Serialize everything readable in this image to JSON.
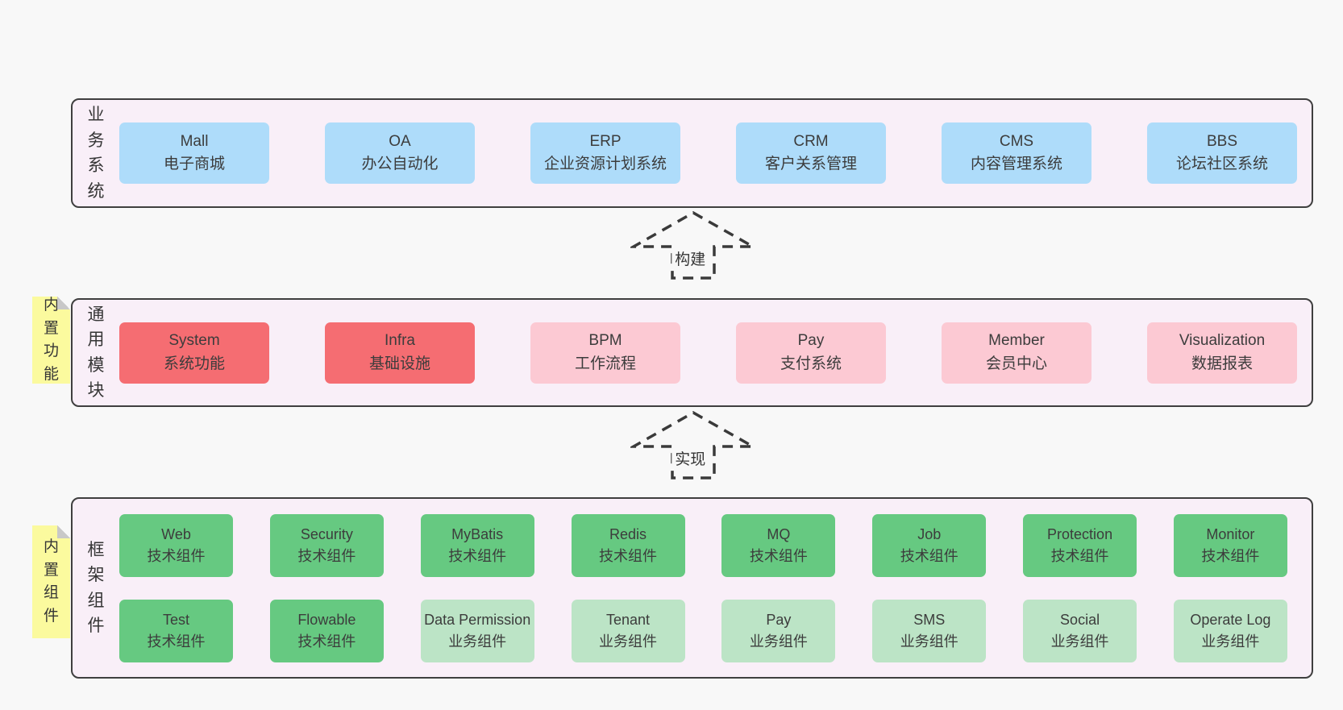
{
  "colors": {
    "page_bg": "#f8f8f8",
    "band_bg": "#f9eff8",
    "band_border": "#3f3f3f",
    "blue": "#aedcfa",
    "red": "#f56d72",
    "pink": "#fcc9d3",
    "green": "#66c981",
    "green_light": "#bce4c6",
    "yellow": "#fbfa9e",
    "fold": "#c8c8c8",
    "text": "#3c3c3c",
    "arrow": "#3a3a3a"
  },
  "arrows": {
    "build": "构建",
    "implement": "实现"
  },
  "bands": {
    "business": {
      "label": "业务系统",
      "boxes": [
        {
          "en": "Mall",
          "zh": "电子商城"
        },
        {
          "en": "OA",
          "zh": "办公自动化"
        },
        {
          "en": "ERP",
          "zh": "企业资源计划系统"
        },
        {
          "en": "CRM",
          "zh": "客户关系管理"
        },
        {
          "en": "CMS",
          "zh": "内容管理系统"
        },
        {
          "en": "BBS",
          "zh": "论坛社区系统"
        }
      ]
    },
    "modules": {
      "label": "通用模块",
      "note": "内置功能",
      "boxes": [
        {
          "en": "System",
          "zh": "系统功能"
        },
        {
          "en": "Infra",
          "zh": "基础设施"
        },
        {
          "en": "BPM",
          "zh": "工作流程"
        },
        {
          "en": "Pay",
          "zh": "支付系统"
        },
        {
          "en": "Member",
          "zh": "会员中心"
        },
        {
          "en": "Visualization",
          "zh": "数据报表"
        }
      ]
    },
    "framework": {
      "label": "框架组件",
      "note": "内置组件",
      "rows": [
        [
          {
            "en": "Web",
            "zh": "技术组件"
          },
          {
            "en": "Security",
            "zh": "技术组件"
          },
          {
            "en": "MyBatis",
            "zh": "技术组件"
          },
          {
            "en": "Redis",
            "zh": "技术组件"
          },
          {
            "en": "MQ",
            "zh": "技术组件"
          },
          {
            "en": "Job",
            "zh": "技术组件"
          },
          {
            "en": "Protection",
            "zh": "技术组件"
          },
          {
            "en": "Monitor",
            "zh": "技术组件"
          }
        ],
        [
          {
            "en": "Test",
            "zh": "技术组件"
          },
          {
            "en": "Flowable",
            "zh": "技术组件"
          },
          {
            "en": "Data Permission",
            "zh": "业务组件"
          },
          {
            "en": "Tenant",
            "zh": "业务组件"
          },
          {
            "en": "Pay",
            "zh": "业务组件"
          },
          {
            "en": "SMS",
            "zh": "业务组件"
          },
          {
            "en": "Social",
            "zh": "业务组件"
          },
          {
            "en": "Operate Log",
            "zh": "业务组件"
          }
        ]
      ]
    }
  }
}
